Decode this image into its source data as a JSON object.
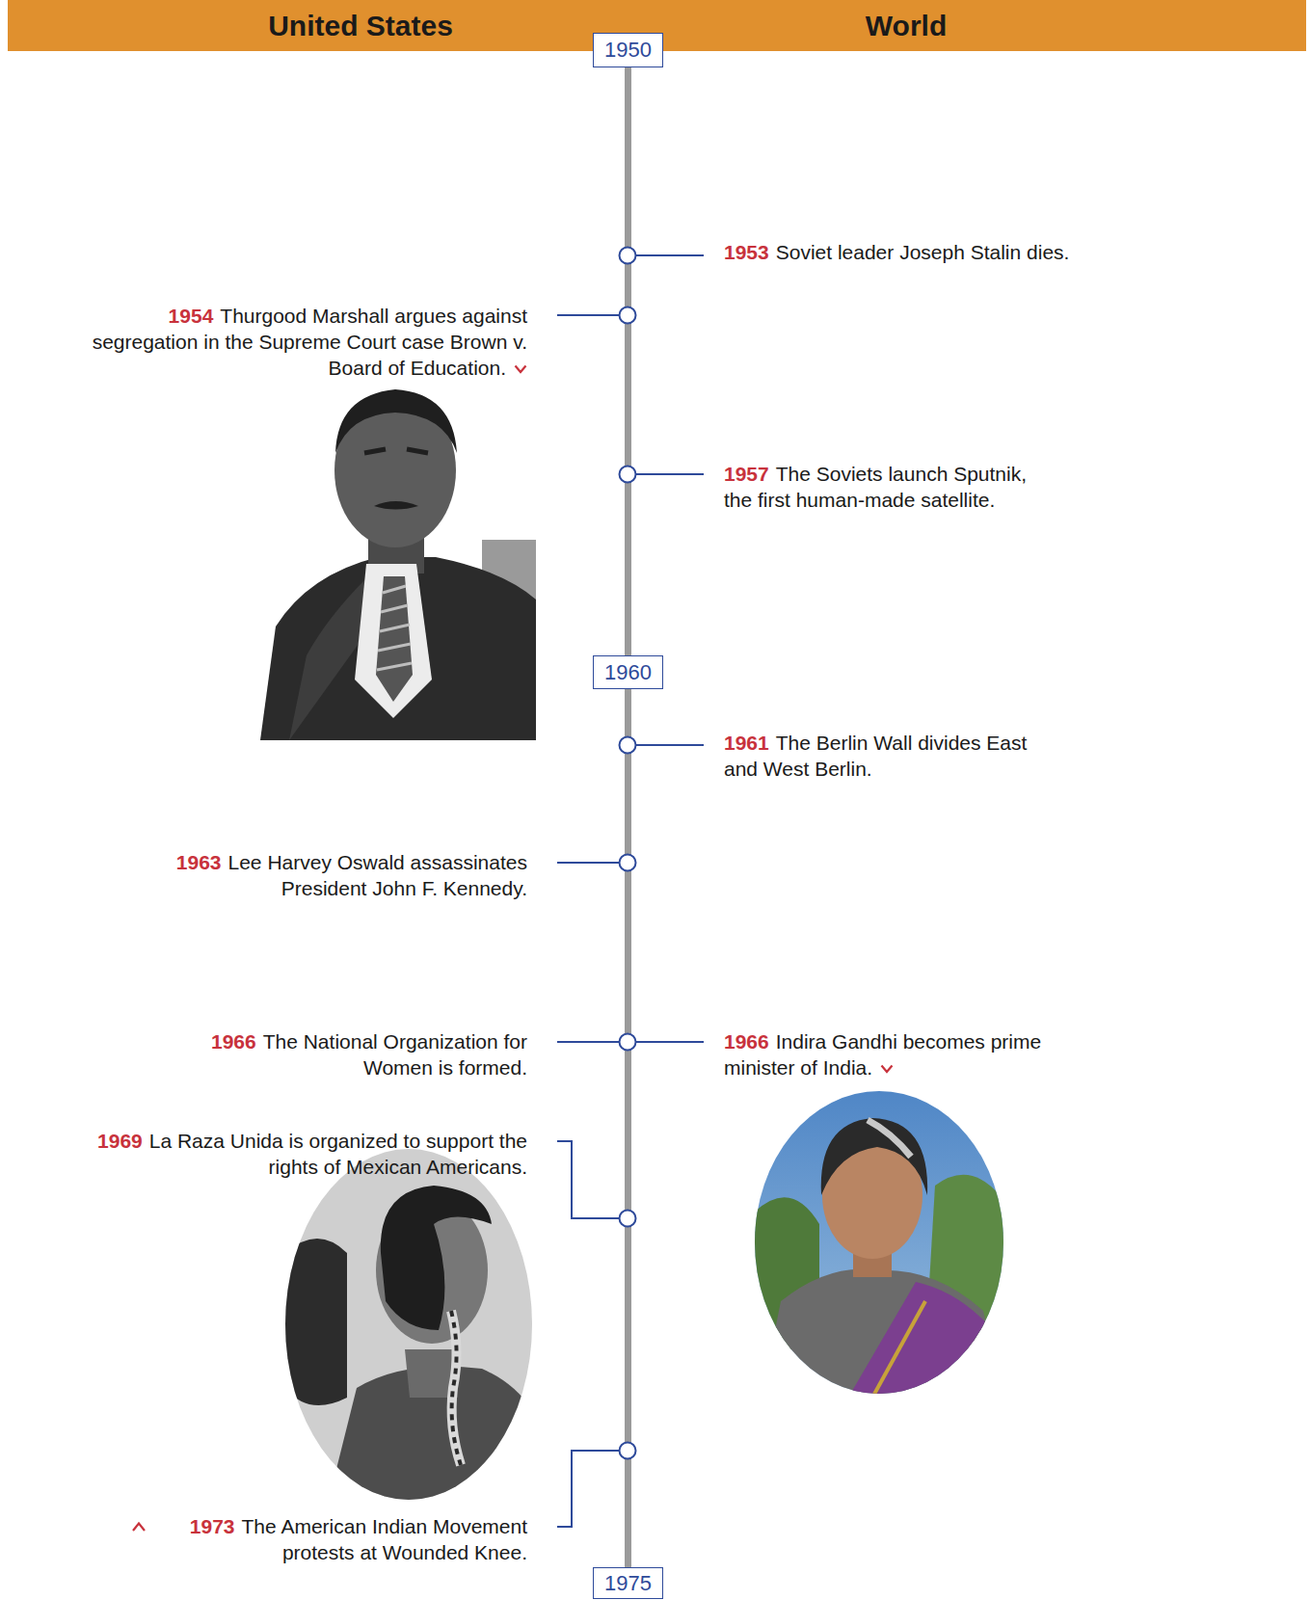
{
  "diagram": {
    "nodes": [
      {
        "text": [
          "United States",
          "World"
        ]
      },
      {
        "text": [
          "1950"
        ]
      },
      {
        "text": [
          "1960"
        ]
      },
      {
        "text": [
          "1975"
        ]
      }
    ],
    "edges": [
      {
        "from": 1,
        "to": 2,
        "arrow": "none"
      },
      {
        "from": 2,
        "to": 3,
        "arrow": "none"
      }
    ],
    "labels": [
      "1953",
      "Soviet leader Joseph Stalin dies.",
      "1954",
      "Thurgood Marshall argues against segregation in the Supreme Court case Brown v. Board of Education.",
      "1957",
      "The Soviets launch Sputnik, the first human-made satellite.",
      "1961",
      "The Berlin Wall divides East and West Berlin.",
      "1963",
      "Lee Harvey Oswald assassinates President John F. Kennedy.",
      "1966",
      "The National Organization for Women is formed.",
      "1966",
      "Indira Gandhi becomes prime minister of India.",
      "1969",
      "La Raza Unida is organized to support the rights of Mexican Americans.",
      "1973",
      "The American Indian Movement protests at Wounded Knee."
    ]
  }
}
